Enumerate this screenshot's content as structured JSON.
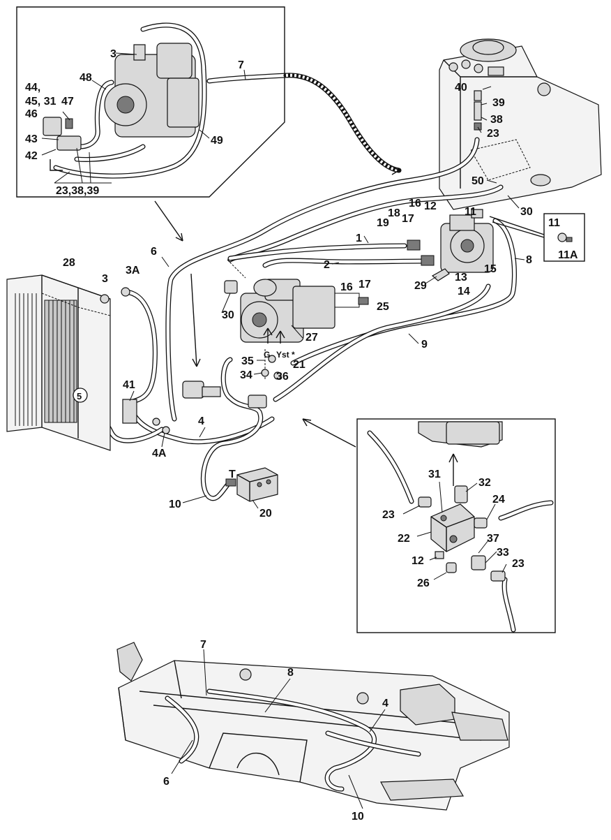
{
  "callouts": {
    "c3_top": "3",
    "c7_top": "7",
    "c48": "48",
    "c44": "44,",
    "c45_31": "45, 31",
    "c47": "47",
    "c46": "46",
    "c43": "43",
    "c42": "42",
    "c49": "49",
    "c23_38_39": "23,38,39",
    "c40": "40",
    "c39": "39",
    "c38": "38",
    "c23_tank": "23",
    "c50": "50",
    "c30_right": "30",
    "c12_top": "12",
    "c11": "11",
    "c16_top": "16",
    "c18": "18",
    "c17_top": "17",
    "c19": "19",
    "c1": "1",
    "c2": "2",
    "c8": "8",
    "c11_box": "11",
    "c11a": "11A",
    "c29": "29",
    "c15": "15",
    "c13": "13",
    "c14": "14",
    "c28": "28",
    "c3_left": "3",
    "c3a": "3A",
    "c6": "6",
    "c16_mid": "16",
    "c17_mid": "17",
    "c25": "25",
    "c30_mid": "30",
    "c27": "27",
    "c9": "9",
    "g_port": "G",
    "yst_port": "Yst *",
    "c35": "35",
    "c21": "21",
    "c34": "34",
    "c36": "36",
    "c5": "5",
    "c41": "41",
    "c4": "4",
    "c4a": "4A",
    "t_port": "T",
    "c10": "10",
    "c20": "20",
    "d31": "31",
    "d32": "32",
    "d23a": "23",
    "d24": "24",
    "d22": "22",
    "d37": "37",
    "d33": "33",
    "d12": "12",
    "d23b": "23",
    "d26": "26",
    "b7": "7",
    "b8": "8",
    "b4": "4",
    "b6": "6",
    "b10": "10"
  }
}
